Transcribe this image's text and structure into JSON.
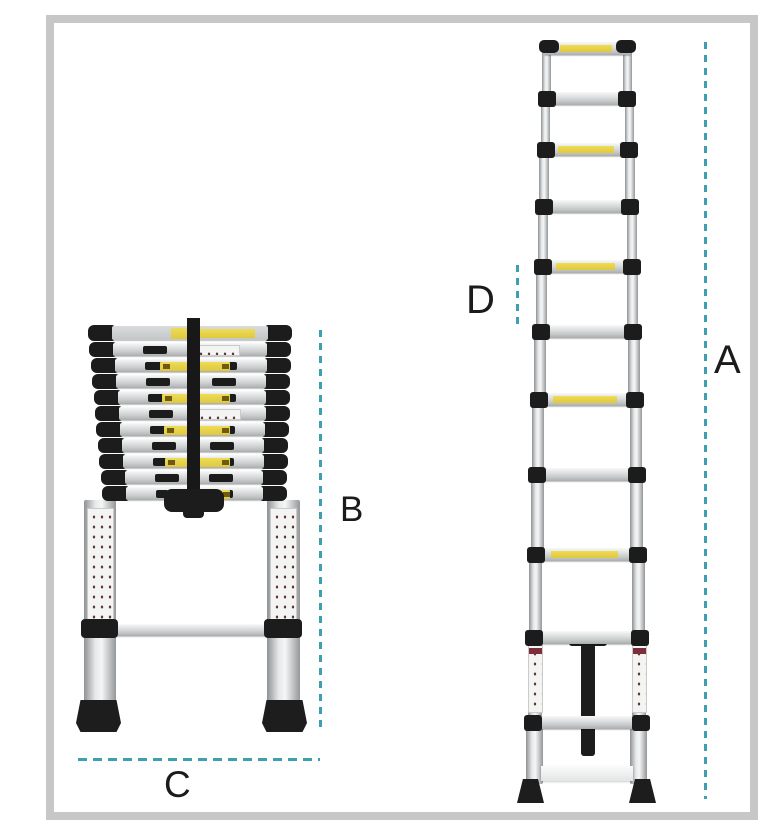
{
  "figure": {
    "description": "Dimension diagram of a telescopic aluminium ladder shown collapsed (left) and fully extended (right)",
    "background_color": "#ffffff",
    "frame_color": "#c7c7c7",
    "dash_line_color": "#3f9fb0",
    "label_color": "#1b1b1b"
  },
  "objects": {
    "left_image": "collapsed telescopic ladder",
    "right_image": "extended telescopic ladder"
  },
  "dimensions": {
    "a": "A",
    "b": "B",
    "c": "C",
    "d": "D"
  }
}
